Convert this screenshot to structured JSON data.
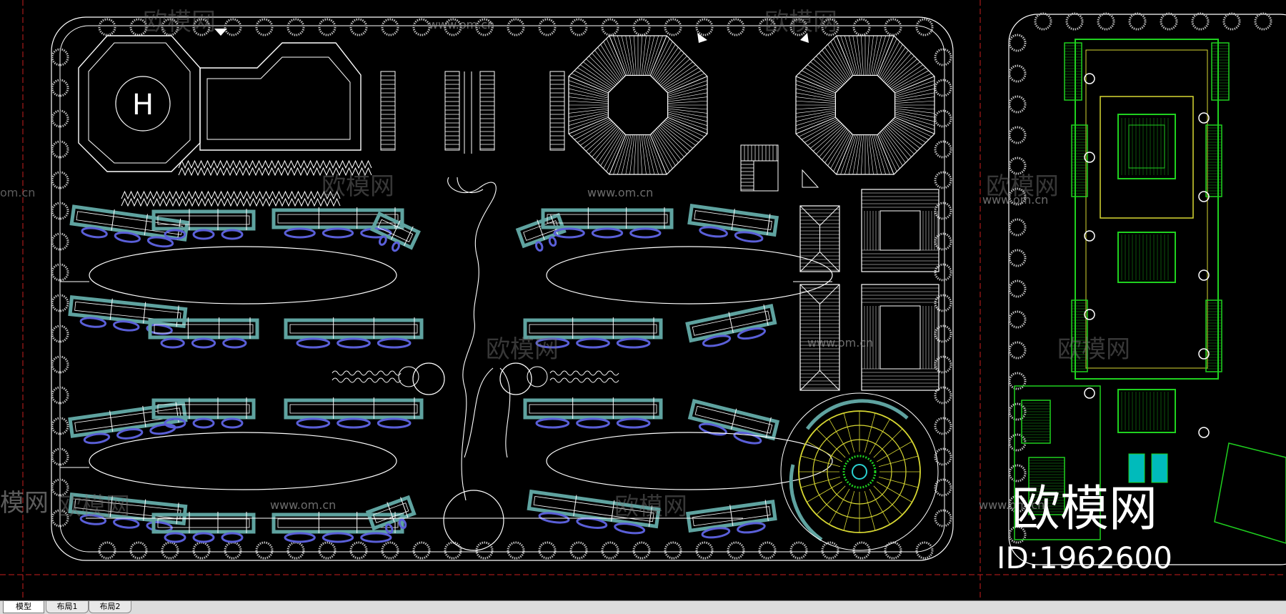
{
  "tabs": [
    {
      "label": "模型",
      "active": true
    },
    {
      "label": "布局1",
      "active": false
    },
    {
      "label": "布局2",
      "active": false
    }
  ],
  "watermark": {
    "brand": "欧模网",
    "url": "www.om.cn",
    "id_label": "ID:1962600",
    "url_partial": "om.cn",
    "brand_partial": "欧模网",
    "brand_left_partial": "模网"
  },
  "drawing": {
    "helipad_letter": "H"
  },
  "colors": {
    "background": "#000000",
    "line_white": "#ffffff",
    "building_cyan": "#5fa3a0",
    "window_blue": "#5a5fd8",
    "green": "#1fd11f",
    "yellow": "#d8d832",
    "red_guides": "#c81e1e",
    "tree_gray": "#bfbfbf"
  }
}
